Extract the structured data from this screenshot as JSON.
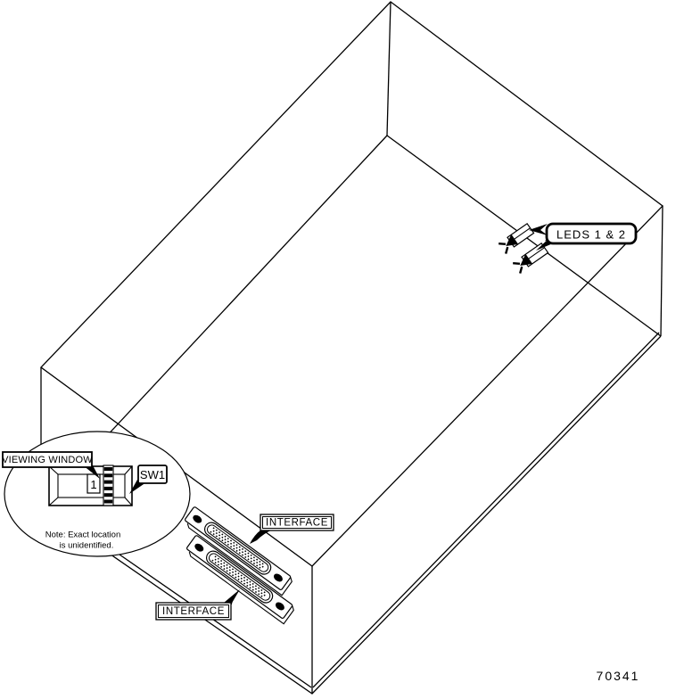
{
  "figure_number": "70341",
  "callouts": {
    "leds": "LEDS 1 & 2",
    "viewing_window": "VIEWING WINDOW",
    "sw1": "SW1",
    "window_digit": "1",
    "interface_top": "INTERFACE",
    "interface_bottom": "INTERFACE",
    "note_line1": "Note: Exact location",
    "note_line2": "is unidentified."
  },
  "colors": {
    "ink": "#000000",
    "paper": "#ffffff"
  }
}
